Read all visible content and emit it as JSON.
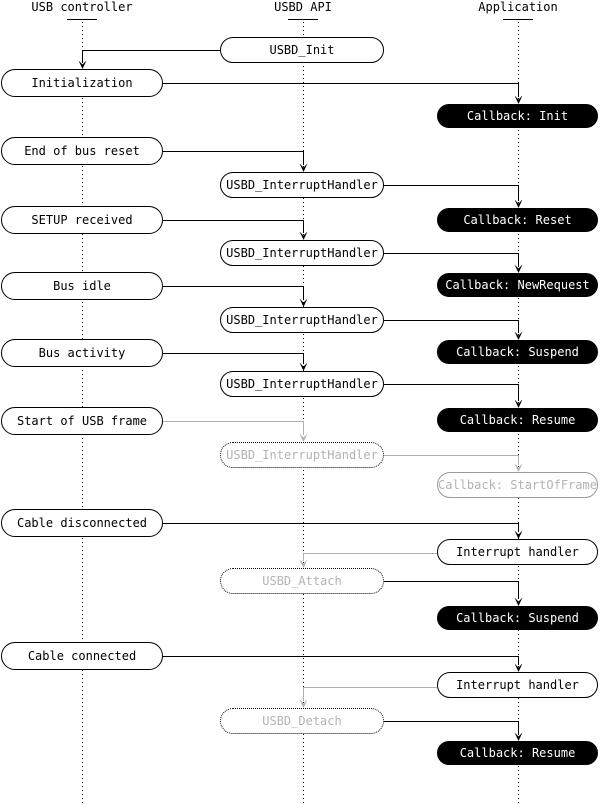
{
  "diagram": {
    "lanes": [
      {
        "label": "USB controller"
      },
      {
        "label": "USBD API"
      },
      {
        "label": "Application"
      }
    ],
    "controller_events": [
      "Initialization",
      "End of bus reset",
      "SETUP received",
      "Bus idle",
      "Bus activity",
      "Start of USB frame",
      "Cable disconnected",
      "Cable connected"
    ],
    "api_calls": [
      "USBD_Init",
      "USBD_InterruptHandler",
      "USBD_InterruptHandler",
      "USBD_InterruptHandler",
      "USBD_InterruptHandler",
      "USBD_InterruptHandler",
      "USBD_Attach",
      "USBD_Detach"
    ],
    "app_boxes": [
      "Callback: Init",
      "Callback: Reset",
      "Callback: NewRequest",
      "Callback: Suspend",
      "Callback: Resume",
      "Callback: StartOfFrame",
      "Interrupt handler",
      "Callback: Suspend",
      "Interrupt handler",
      "Callback: Resume"
    ],
    "colors": {
      "line": "#000000",
      "inactive_line": "#b0b0b0",
      "ghost_text": "#b3b3b3",
      "ghost_border": "#999999",
      "callback_bg": "#000000",
      "callback_text": "#ffffff"
    }
  }
}
